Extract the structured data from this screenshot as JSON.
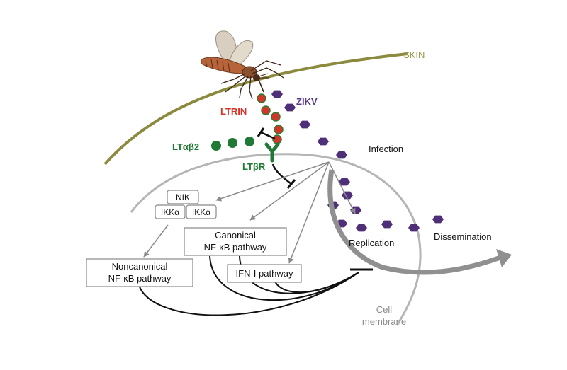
{
  "labels": {
    "skin": "SKIN",
    "zikv": "ZIKV",
    "ltrin": "LTRIN",
    "lt_ab2": "LTαβ2",
    "lt_br": "LTβR",
    "infection": "Infection",
    "nik": "NIK",
    "ikka_1": "IKKα",
    "ikka_2": "IKKα",
    "canonical_line1": "Canonical",
    "canonical_line2": "NF-κB pathway",
    "noncanonical_line1": "Noncanonical",
    "noncanonical_line2": "NF-κB pathway",
    "ifn": "IFN-I pathway",
    "replication": "Replication",
    "dissemination": "Dissemination",
    "membrane_line1": "Cell",
    "membrane_line2": "membrane"
  },
  "colors": {
    "skin": "#8b8a3f",
    "skin_text": "#9a9645",
    "virus": "#4f2f78",
    "ltrin": "#d5342a",
    "ltrin_outline": "#2e7d32",
    "lt_green": "#1f7a35",
    "membrane": "#b5b5b5",
    "arrow_gray": "#8a8a8a",
    "dissemination_arrow": "#909090",
    "inhibit": "#111111",
    "box_border": "#888888",
    "text": "#111111",
    "membrane_text": "#8a8a8a"
  }
}
